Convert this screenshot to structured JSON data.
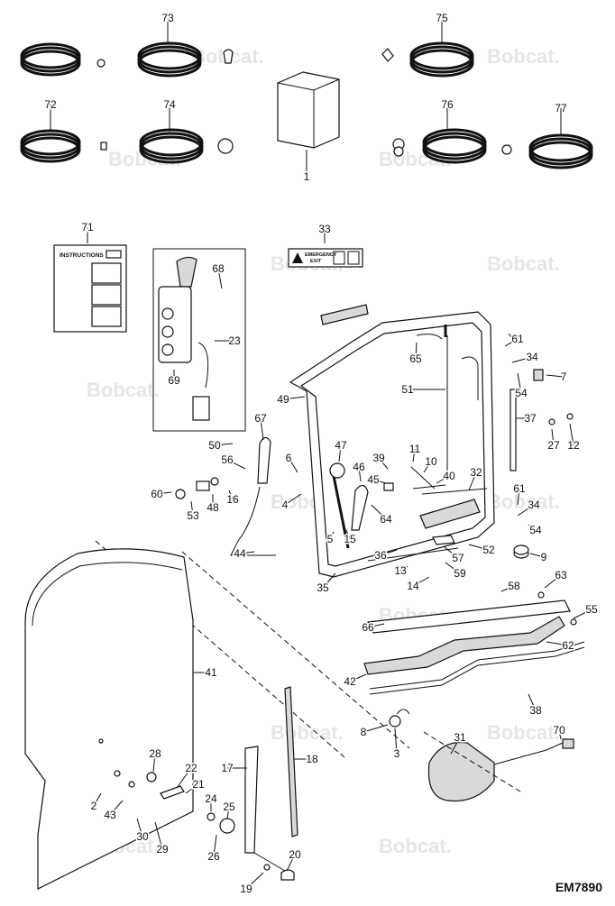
{
  "diagram": {
    "drawing_code": "EM7890",
    "watermark_text": "Bobcat.",
    "instructions_label": "INSTRUCTIONS",
    "decal_text": [
      "EMERGENCY",
      "EXIT"
    ],
    "callouts": [
      "1",
      "2",
      "3",
      "4",
      "5",
      "6",
      "7",
      "8",
      "9",
      "10",
      "11",
      "12",
      "13",
      "14",
      "15",
      "16",
      "17",
      "18",
      "19",
      "20",
      "21",
      "22",
      "23",
      "24",
      "25",
      "26",
      "27",
      "28",
      "29",
      "30",
      "31",
      "32",
      "33",
      "34",
      "34",
      "35",
      "36",
      "37",
      "38",
      "39",
      "40",
      "41",
      "42",
      "43",
      "44",
      "45",
      "46",
      "47",
      "48",
      "49",
      "50",
      "51",
      "52",
      "53",
      "54",
      "54",
      "55",
      "56",
      "57",
      "58",
      "59",
      "60",
      "61",
      "61",
      "62",
      "63",
      "64",
      "65",
      "66",
      "67",
      "68",
      "69",
      "70",
      "71",
      "72",
      "73",
      "74",
      "75",
      "76",
      "77"
    ]
  }
}
